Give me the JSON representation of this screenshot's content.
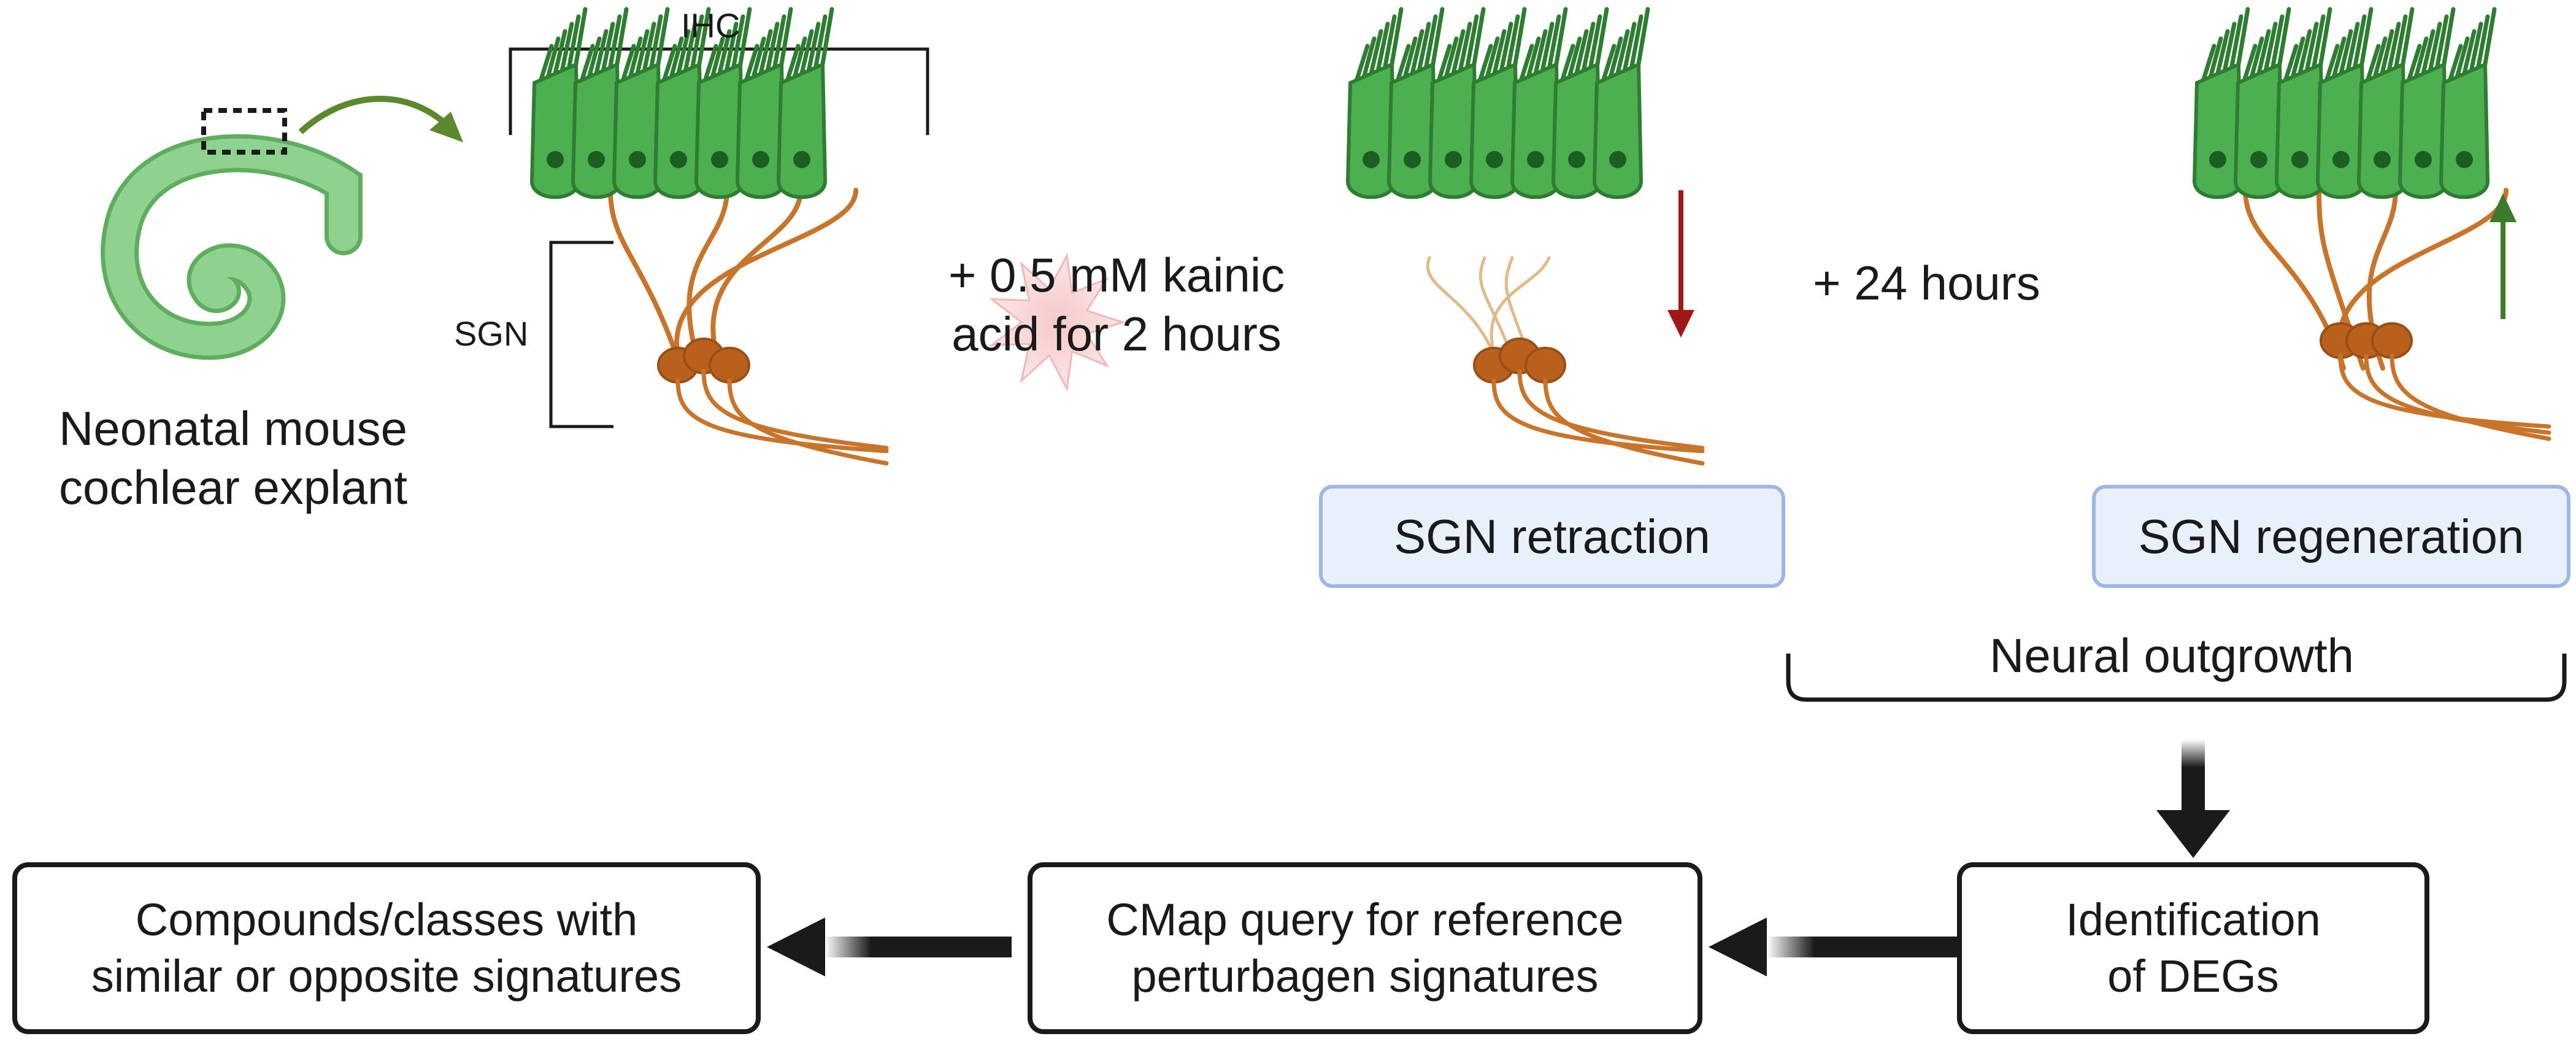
{
  "labels": {
    "ihc": "IHC",
    "sgn": "SGN",
    "explant_line1": "Neonatal mouse",
    "explant_line2": "cochlear explant",
    "treatment_line1": "+ 0.5 mM kainic",
    "treatment_line2": "acid for 2 hours",
    "recovery": "+ 24 hours",
    "retraction": "SGN retraction",
    "regeneration": "SGN regeneration",
    "outgrowth": "Neural outgrowth"
  },
  "flow": {
    "step_degs_line1": "Identification",
    "step_degs_line2": "of DEGs",
    "step_cmap_line1": "CMap query for reference",
    "step_cmap_line2": "perturbagen signatures",
    "step_compounds_line1": "Compounds/classes with",
    "step_compounds_line2": "similar or opposite signatures"
  },
  "colors": {
    "hair_cell": "#4caf50",
    "hair_cell_dark": "#2e7d32",
    "hair_cell_nucleus": "#1b5e20",
    "neuron": "#c8742a",
    "neuron_soma": "#b8601c",
    "neuron_faded": "#e2b98a",
    "cochlea": "#8fd18f",
    "down_arrow": "#a01818",
    "up_arrow": "#3d7a2a",
    "pill_fill": "#e8f0fb",
    "pill_border": "#9fb6e3",
    "flow_arrow": "#1a1a1a"
  },
  "icons": [
    "cochlea-icon",
    "hair-cell-icon",
    "neuron-icon",
    "burst-icon",
    "arrow-down-icon",
    "arrow-up-icon",
    "flow-arrow-icon"
  ]
}
